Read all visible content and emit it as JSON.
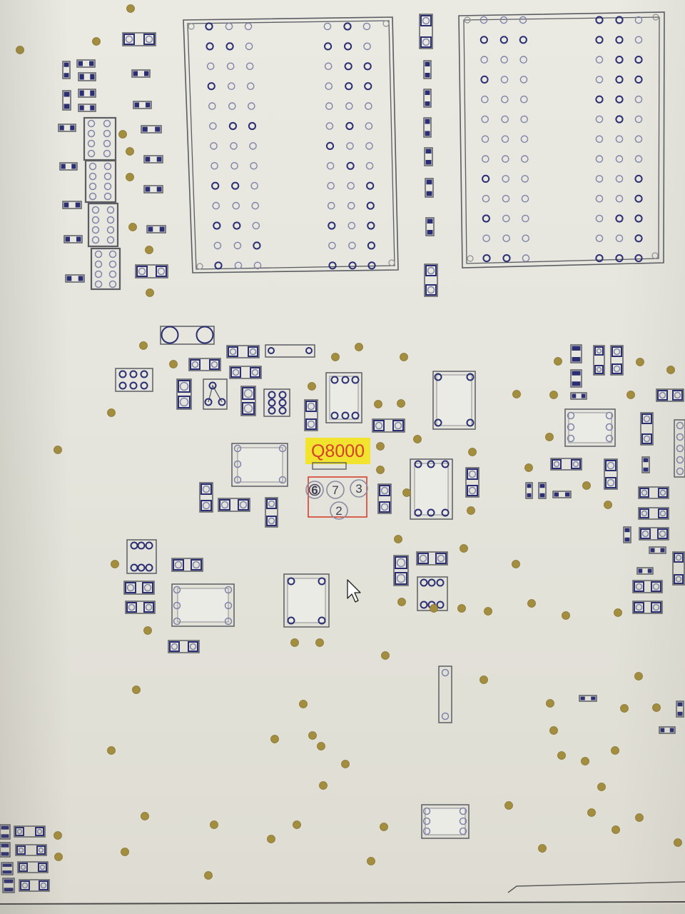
{
  "board": {
    "selected_part": {
      "label": "Q8000",
      "pins": [
        {
          "number": "6"
        },
        {
          "number": "7"
        },
        {
          "number": "3"
        },
        {
          "number": "2"
        }
      ]
    },
    "colors": {
      "background": "#e4e4dc",
      "outline": "#5b5d63",
      "outline_light": "#8e8f94",
      "pad": "#2b2e72",
      "pad_light": "#8084a8",
      "via": "#a38d3f",
      "highlight": "#f2e42e",
      "label_text": "#d5402b",
      "selection": "#d5402b",
      "pin_ring": "#8a8ba3",
      "pin_text": "#3c3d55",
      "cursor_fill": "#ffffff",
      "cursor_stroke": "#1e1e1e"
    }
  },
  "icons": {
    "pointer": "mouse-pointer-icon"
  }
}
